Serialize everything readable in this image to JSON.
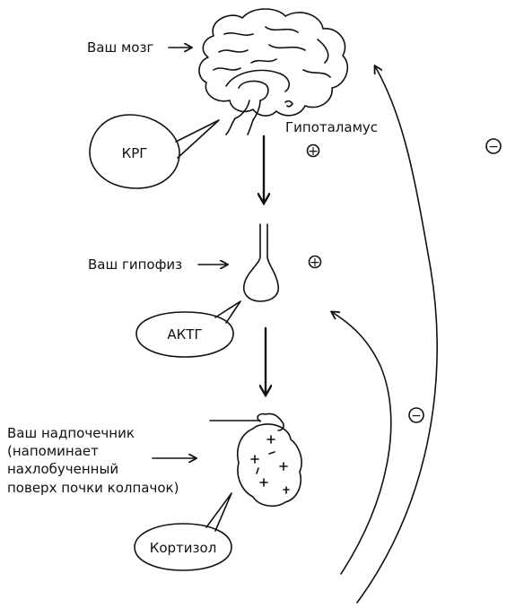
{
  "labels": {
    "brain": "Ваш мозг",
    "hypothalamus": "Гипоталамус",
    "pituitary": "Ваш гипофиз",
    "adrenal_line1": "Ваш надпочечник",
    "adrenal_line2": "(напоминает",
    "adrenal_line3": "нахлобученный",
    "adrenal_line4": "поверх почки колпачок)"
  },
  "bubbles": {
    "crh": "КРГ",
    "acth": "АКТГ",
    "cortisol": "Кортизол"
  },
  "signs": {
    "plus_hypothalamus": "+",
    "plus_pituitary": "+",
    "minus_outer": "−",
    "minus_inner": "−"
  }
}
